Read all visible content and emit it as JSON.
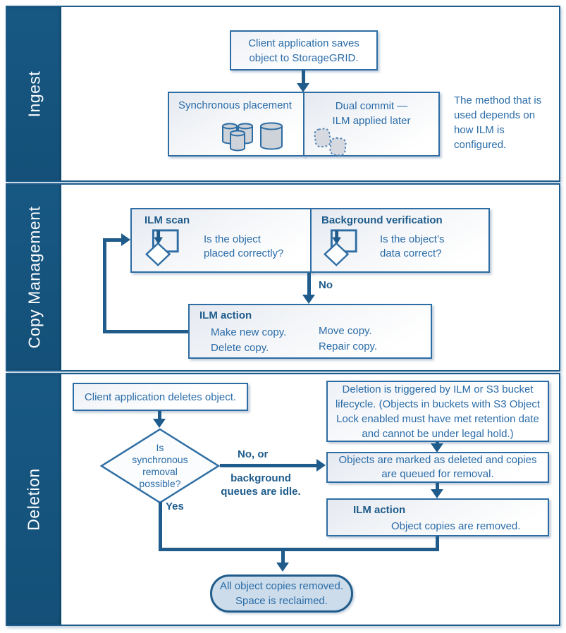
{
  "colors": {
    "sidebar": "#155380",
    "panel_border": "#1e5c8c",
    "box_border": "#2e6da4",
    "connector": "#1f5c8b",
    "text_blue": "#2a6ca8",
    "stadium_fill": "#ccdcea"
  },
  "sections": {
    "ingest": {
      "label": "Ingest",
      "client_box": "Client application saves\nobject to StorageGRID.",
      "sync_box_title": "Synchronous placement",
      "dual_box_title": "Dual commit —\nILM applied later",
      "note": "The method that is\nused depends on\nhow ILM is\nconfigured."
    },
    "copy_management": {
      "label": "Copy Management",
      "ilm_scan": {
        "title": "ILM scan",
        "question": "Is the object\nplaced correctly?"
      },
      "background_verification": {
        "title": "Background verification",
        "question": "Is the object’s\ndata correct?"
      },
      "no_label": "No",
      "ilm_action": {
        "title": "ILM action",
        "items_col1": "Make new copy.\nDelete copy.",
        "items_col2": "Move copy.\nRepair copy."
      }
    },
    "deletion": {
      "label": "Deletion",
      "client_box": "Client application deletes object.",
      "decision": "Is\nsynchronous\nremoval\npossible?",
      "no_label": "No, or",
      "no_sublabel": "background\nqueues are idle.",
      "yes_label": "Yes",
      "trigger_box": "Deletion is triggered by ILM or  S3 bucket\nlifecycle. (Objects in buckets with S3 Object\nLock enabled must have met retention date\nand cannot be under legal hold.)",
      "marked_box": "Objects are marked as deleted and copies\nare queued for removal.",
      "ilm_action": {
        "title": "ILM action",
        "text": "Object copies are removed."
      },
      "result_box": "All object copies removed.\nSpace is reclaimed."
    }
  }
}
